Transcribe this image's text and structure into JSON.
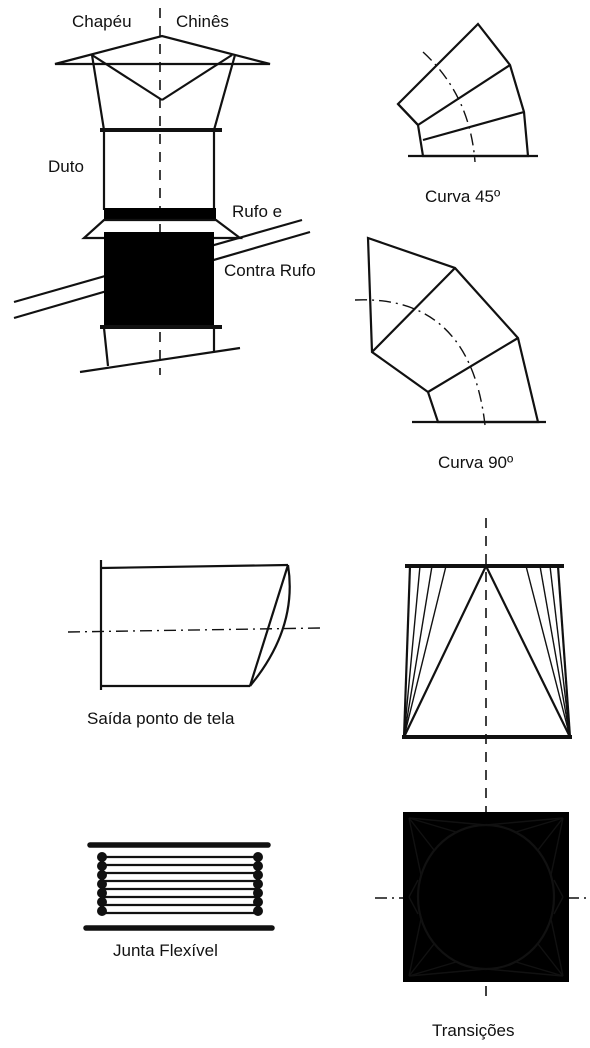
{
  "labels": {
    "chapeu": "Chapéu",
    "chines": "Chinês",
    "duto": "Duto",
    "rufo_e": "Rufo e",
    "contra_rufo": "Contra Rufo",
    "curva45": "Curva 45º",
    "curva90": "Curva 90º",
    "saida": "Saída ponto de tela",
    "junta": "Junta Flexível",
    "transicoes": "Transições"
  }
}
